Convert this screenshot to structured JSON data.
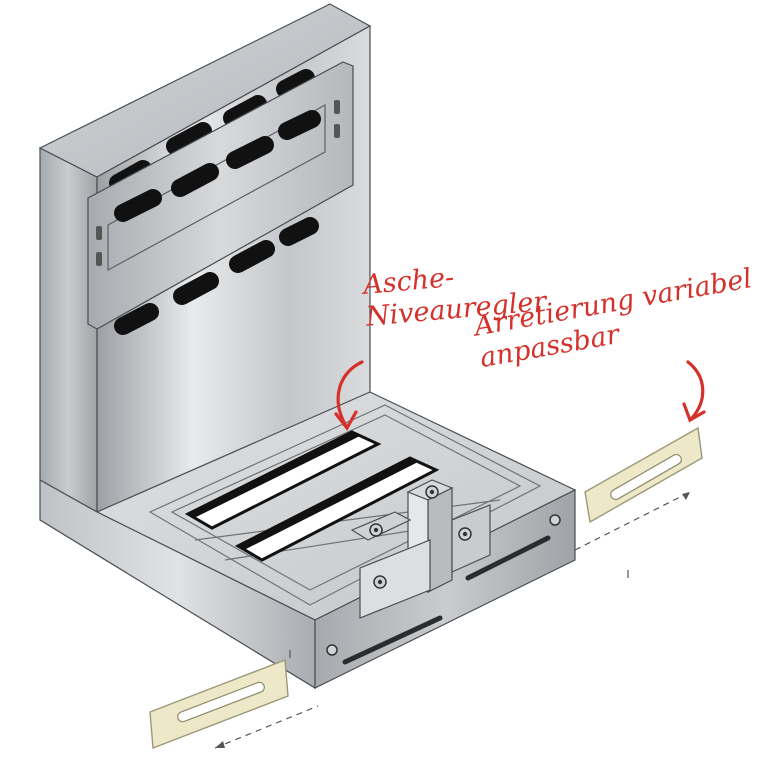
{
  "annotations": {
    "ash_level": {
      "lines": [
        "Asche-",
        "Niveauregler"
      ]
    },
    "lock": {
      "lines": [
        "Arretierung variabel",
        "anpassbar"
      ]
    }
  },
  "colors": {
    "annotation": "#d4312b",
    "steel_light": "#e4e6e8",
    "steel_mid": "#b9bcbf",
    "steel_dark": "#8d9196",
    "slot": "#111111",
    "bracket_fill": "#ece8c8",
    "outline": "#4a4d52"
  }
}
